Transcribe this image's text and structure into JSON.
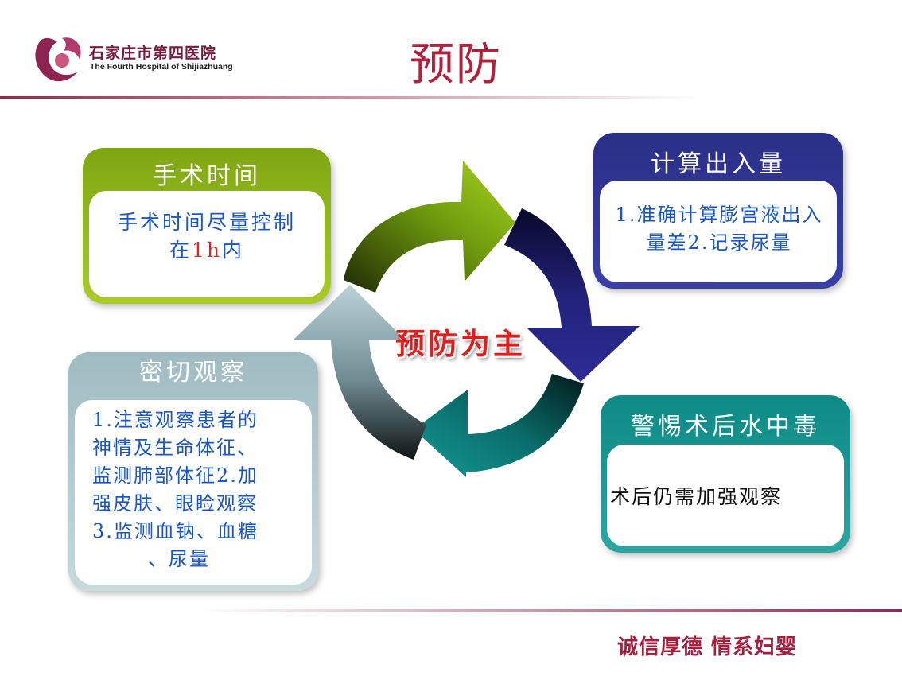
{
  "header": {
    "hospital_name_cn": "石家庄市第四医院",
    "hospital_name_en": "The Fourth Hospital of Shijiazhuang",
    "title": "预防"
  },
  "center_label": "预防为主",
  "boxes": {
    "surgery_time": {
      "title": "手术时间",
      "text_line1": "手术时间尽量控制",
      "text_line2_pre": "在",
      "text_line2_num": "1h",
      "text_line2_post": "内"
    },
    "fluid_io": {
      "title": "计算出入量",
      "text_line1": "1.准确计算膨宫液出入",
      "text_line2": "量差2.记录尿量"
    },
    "close_observation": {
      "title": "密切观察",
      "lines": [
        "1.注意观察患者的",
        "神情及生命体征、",
        "监测肺部体征2.加",
        "强皮肤、眼睑观察",
        "3.监测血钠、血糖",
        "、尿量"
      ]
    },
    "water_intoxication": {
      "title": "警惕术后水中毒",
      "text": "术后仍需加强观察"
    }
  },
  "footer": {
    "slogan": "诚信厚德  情系妇婴"
  },
  "colors": {
    "title_red": "#b0223c",
    "green": "#8cb81c",
    "navy": "#2a2f88",
    "gray_blue": "#9fbbc2",
    "teal": "#0d8a86",
    "body_blue": "#1a56c8"
  }
}
